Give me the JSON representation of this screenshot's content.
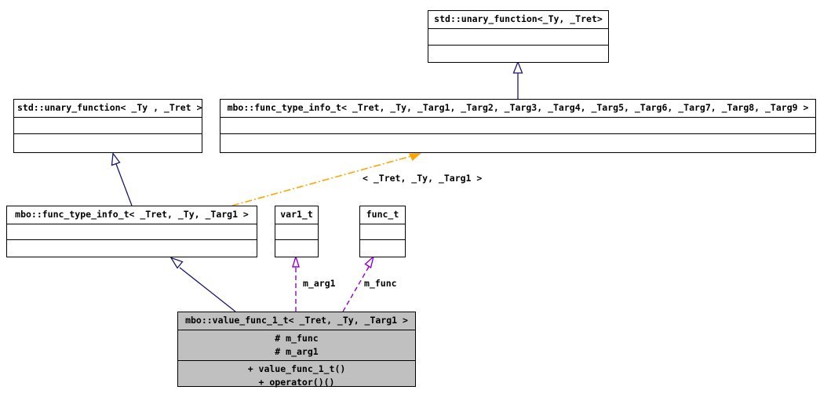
{
  "diagram": {
    "type": "uml-class-diagram",
    "background": "#ffffff",
    "colors": {
      "box_border": "#000000",
      "box_fill": "#ffffff",
      "highlight_fill": "#c0c0c0",
      "inheritance_edge": "#191970",
      "association_edge": "#9400d3",
      "instantiation_edge": "#ffa500",
      "text": "#000000"
    },
    "classes": [
      {
        "id": "std-unary-function-top",
        "name": "std::unary_function<_Ty, _Tret>",
        "attributes": [],
        "operations": [],
        "highlighted": false
      },
      {
        "id": "std-unary-function-left",
        "name": "std::unary_function< _Ty , _Tret >",
        "attributes": [],
        "operations": [],
        "highlighted": false
      },
      {
        "id": "func-type-info-t-full",
        "name": "mbo::func_type_info_t< _Tret, _Ty, _Targ1, _Targ2, _Targ3, _Targ4, _Targ5, _Targ6, _Targ7, _Targ8, _Targ9 >",
        "attributes": [],
        "operations": [],
        "highlighted": false
      },
      {
        "id": "func-type-info-t-1",
        "name": "mbo::func_type_info_t< _Tret, _Ty, _Targ1 >",
        "attributes": [],
        "operations": [],
        "highlighted": false
      },
      {
        "id": "var1-t",
        "name": "var1_t",
        "attributes": [],
        "operations": [],
        "highlighted": false
      },
      {
        "id": "func-t",
        "name": "func_t",
        "attributes": [],
        "operations": [],
        "highlighted": false
      },
      {
        "id": "value-func-1-t",
        "name": "mbo::value_func_1_t< _Tret, _Ty, _Targ1 >",
        "attributes": [
          "# m_func",
          "# m_arg1"
        ],
        "operations": [
          "+ value_func_1_t()",
          "+ operator()()"
        ],
        "highlighted": true
      }
    ],
    "edges": [
      {
        "id": "edge-inherit-top",
        "kind": "generalization",
        "from": "func-type-info-t-full",
        "to": "std-unary-function-top",
        "label": ""
      },
      {
        "id": "edge-inherit-left",
        "kind": "generalization",
        "from": "func-type-info-t-1",
        "to": "std-unary-function-left",
        "label": ""
      },
      {
        "id": "edge-inherit-bottom",
        "kind": "generalization",
        "from": "value-func-1-t",
        "to": "func-type-info-t-1",
        "label": ""
      },
      {
        "id": "edge-instantiate",
        "kind": "instantiation",
        "from": "func-type-info-t-1",
        "to": "func-type-info-t-full",
        "label": "< _Tret, _Ty, _Targ1 >"
      },
      {
        "id": "edge-assoc-arg1",
        "kind": "association",
        "from": "value-func-1-t",
        "to": "var1-t",
        "label": "m_arg1"
      },
      {
        "id": "edge-assoc-func",
        "kind": "association",
        "from": "value-func-1-t",
        "to": "func-t",
        "label": "m_func"
      }
    ]
  }
}
